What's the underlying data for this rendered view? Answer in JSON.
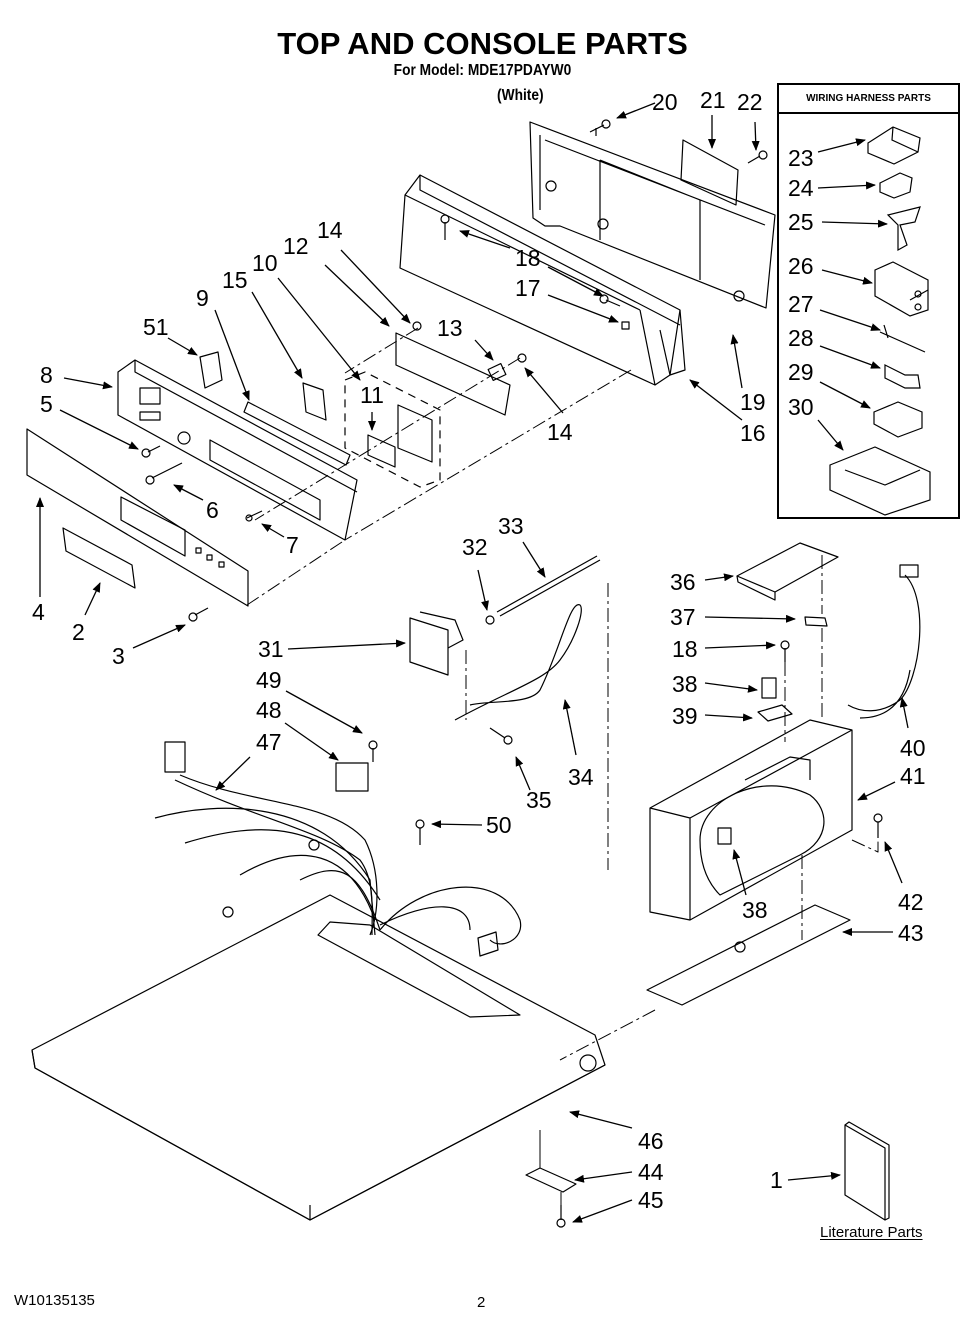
{
  "header": {
    "title": "TOP AND CONSOLE PARTS",
    "model_line": "For Model: MDE17PDAYW0",
    "color_variant": "(White)"
  },
  "wiring_harness_box": {
    "heading": "WIRING HARNESS PARTS",
    "callouts": [
      "23",
      "24",
      "25",
      "26",
      "27",
      "28",
      "29",
      "30"
    ]
  },
  "literature": {
    "label": "Literature Parts",
    "callout": "1"
  },
  "callouts": {
    "c2": "2",
    "c3": "3",
    "c4": "4",
    "c5": "5",
    "c6": "6",
    "c7": "7",
    "c8": "8",
    "c9": "9",
    "c10": "10",
    "c11": "11",
    "c12": "12",
    "c13": "13",
    "c14a": "14",
    "c14b": "14",
    "c15": "15",
    "c16": "16",
    "c17": "17",
    "c18a": "18",
    "c18b": "18",
    "c19": "19",
    "c20": "20",
    "c21": "21",
    "c22": "22",
    "c31": "31",
    "c32": "32",
    "c33": "33",
    "c34": "34",
    "c35": "35",
    "c36": "36",
    "c37": "37",
    "c38a": "38",
    "c38b": "38",
    "c39": "39",
    "c40": "40",
    "c41": "41",
    "c42": "42",
    "c43": "43",
    "c44": "44",
    "c45": "45",
    "c46": "46",
    "c47": "47",
    "c48": "48",
    "c49": "49",
    "c50": "50",
    "c51": "51"
  },
  "footer": {
    "document_number": "W10135135",
    "page_number": "2"
  }
}
